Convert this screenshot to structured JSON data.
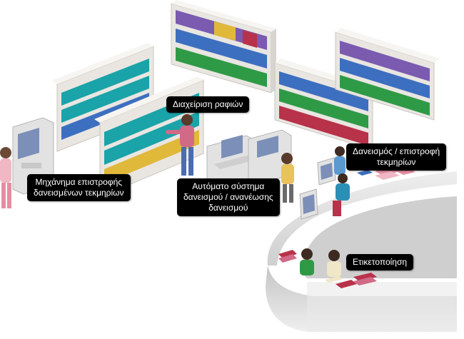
{
  "labels": {
    "shelf_management": "Διαχείριση ραφιών",
    "return_machine_line1": "Μηχάνημα επιστροφής",
    "return_machine_line2": "δανεισμένων τεκμηρίων",
    "self_service_line1": "Αυτόματο σύστημα",
    "self_service_line2": "δανεισμού / ανανέωσης",
    "self_service_line3": "δανεισμού",
    "loan_return_line1": "Δανεισμός  / επιστροφή",
    "loan_return_line2": "τεκμηρίων",
    "tagging": "Ετικετοποίηση"
  },
  "colors": {
    "shelf_frame": "#e9e6e2",
    "book_teal": "#1aa3a8",
    "book_blue": "#3d6fc0",
    "book_green": "#2f9a46",
    "book_purple": "#7a5bb0",
    "book_red": "#b8324a",
    "book_yellow": "#e0b83a",
    "counter": "#d6d6d6",
    "machine": "#e2e2e2",
    "screen": "#7c8fb8",
    "label_bg": "#000000"
  }
}
